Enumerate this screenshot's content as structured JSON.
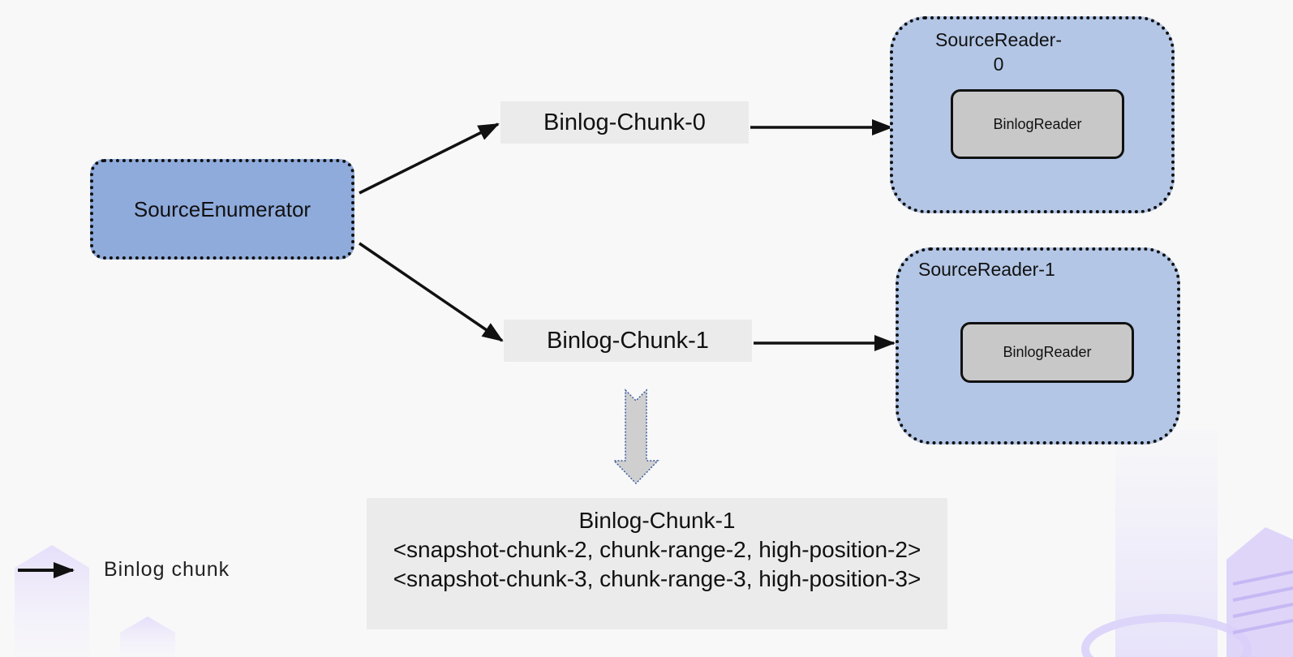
{
  "nodes": {
    "source_enumerator": "SourceEnumerator",
    "chunk_0": "Binlog-Chunk-0",
    "chunk_1": "Binlog-Chunk-1",
    "reader_0_title_line1": "SourceReader-",
    "reader_0_title_line2": "0",
    "reader_0_inner": "BinlogReader",
    "reader_1_title": "SourceReader-1",
    "reader_1_inner": "BinlogReader"
  },
  "detail": {
    "title": "Binlog-Chunk-1",
    "line1": "<snapshot-chunk-2, chunk-range-2, high-position-2>",
    "line2": "<snapshot-chunk-3, chunk-range-3, high-position-3>"
  },
  "legend": {
    "label": "Binlog  chunk"
  },
  "colors": {
    "enumerator_fill": "#8fabdc",
    "reader_fill": "#b3c6e6",
    "chunk_fill": "#ebebeb",
    "binlog_reader_fill": "#c8c8c8",
    "background": "#f8f8f8"
  }
}
